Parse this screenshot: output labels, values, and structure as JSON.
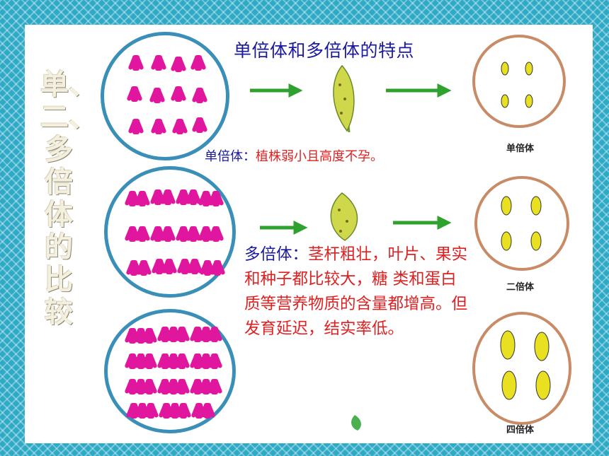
{
  "title": "单倍体和多倍体的特点",
  "side_title": "单、二、多倍体的比较",
  "haploid_note": {
    "key": "单倍体：",
    "text": "植株弱小且高度不孕。"
  },
  "polyploid_note": {
    "key": "多倍体：",
    "text": "茎杆粗壮，叶片、果实和种子都比较大，糖 类和蛋白质等营养物质的含量都增高。但发育延迟，结实率低。"
  },
  "labels": {
    "haploid": "单倍体",
    "diploid": "二倍体",
    "tetraploid": "四倍体"
  },
  "colors": {
    "frame": "#2ea9c6",
    "chromosome": "#e0179e",
    "arrow": "#2fa12f",
    "seed": "#e8e020",
    "title": "#1a1aa0",
    "note": "#e02020"
  }
}
